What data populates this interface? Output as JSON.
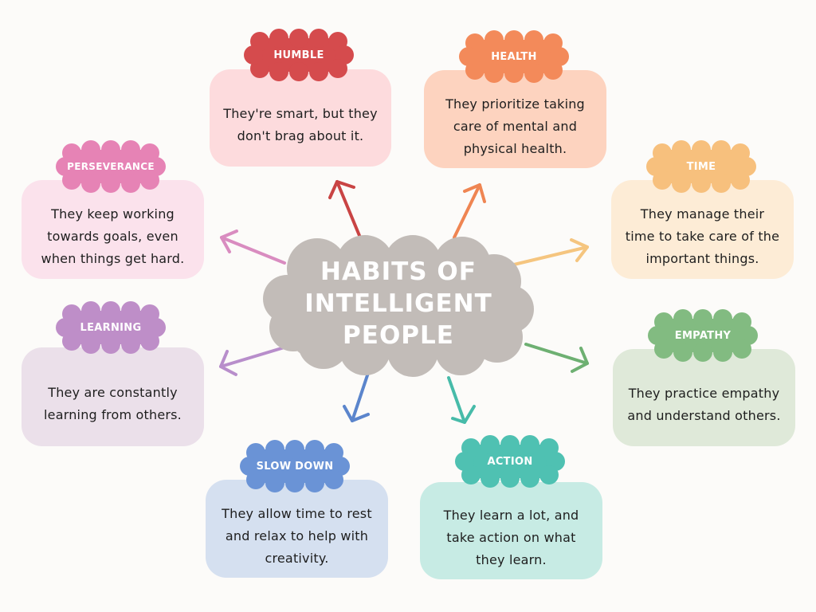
{
  "title_lines": [
    "HABITS OF",
    "INTELLIGENT",
    "PEOPLE"
  ],
  "colors": {
    "background": "#fcfbf9",
    "center_cloud": "#c2bcb8"
  },
  "habits": [
    {
      "id": "humble",
      "label": "HUMBLE",
      "text": "They're smart, but they don't brag about it.",
      "tag_color": "#d54b4d",
      "card_color": "#fddbdd",
      "arrow_color": "#c94444"
    },
    {
      "id": "health",
      "label": "HEALTH",
      "text": "They prioritize taking care of mental and physical health.",
      "tag_color": "#f38a5a",
      "card_color": "#fdd3bf",
      "arrow_color": "#ef8552"
    },
    {
      "id": "perseverance",
      "label": "PERSEVERANCE",
      "text": "They keep working towards goals, even when things get hard.",
      "tag_color": "#e683b5",
      "card_color": "#fbe2ec",
      "arrow_color": "#d98cc0"
    },
    {
      "id": "time",
      "label": "TIME",
      "text": "They manage their time to take care of the important things.",
      "tag_color": "#f7c07d",
      "card_color": "#fdecd6",
      "arrow_color": "#f5c57f"
    },
    {
      "id": "learning",
      "label": "LEARNING",
      "text": "They are constantly learning from others.",
      "tag_color": "#be8ec8",
      "card_color": "#ebe0ea",
      "arrow_color": "#b88ecb"
    },
    {
      "id": "empathy",
      "label": "EMPATHY",
      "text": "They practice empathy and understand others.",
      "tag_color": "#82bb81",
      "card_color": "#dfe9d9",
      "arrow_color": "#6eb072"
    },
    {
      "id": "slow_down",
      "label": "SLOW DOWN",
      "text": "They allow time to rest and relax to help with creativity.",
      "tag_color": "#6a93d6",
      "card_color": "#d5e0f0",
      "arrow_color": "#5b85cc"
    },
    {
      "id": "action",
      "label": "ACTION",
      "text": "They learn a lot, and take action on what they learn.",
      "tag_color": "#4fc1b2",
      "card_color": "#c7ebe4",
      "arrow_color": "#47bba9"
    }
  ]
}
